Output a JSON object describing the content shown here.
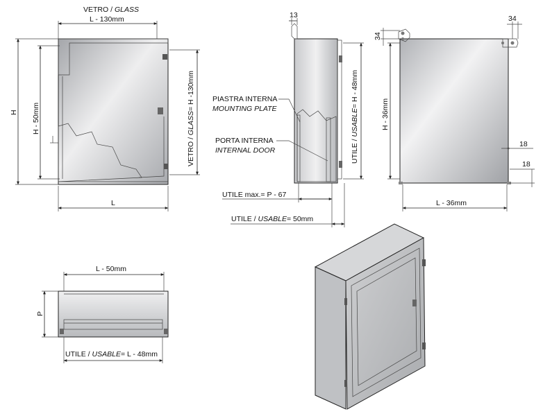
{
  "front_view": {
    "glass_label_a": "VETRO / ",
    "glass_label_b": "GLASS",
    "glass_width": "L - 130mm",
    "height": "H",
    "inner_height": "H - 50mm",
    "glass_height_a": "VETRO / ",
    "glass_height_b": "GLASS",
    "glass_height_c": "= H -130mm",
    "width": "L"
  },
  "side_view": {
    "top_dim": "13",
    "mounting_plate_it": "PIASTRA INTERNA",
    "mounting_plate_en": "MOUNTING PLATE",
    "internal_door_it": "PORTA INTERNA",
    "internal_door_en": "INTERNAL DOOR",
    "usable_height_a": "UTILE / ",
    "usable_height_b": "USABLE",
    "usable_height_c": "= H - 48mm",
    "usable_max": "UTILE max.= P - 67",
    "usable_depth_a": "UTILE / ",
    "usable_depth_b": "USABLE",
    "usable_depth_c": "= 50mm"
  },
  "back_view": {
    "dim_34_top": "34",
    "dim_34_left": "34",
    "height": "H - 36mm",
    "dim_18_a": "18",
    "dim_18_b": "18",
    "width": "L - 36mm"
  },
  "top_view": {
    "width": "L - 50mm",
    "depth": "P",
    "usable_a": "UTILE / ",
    "usable_b": "USABLE",
    "usable_c": "= L - 48mm"
  },
  "colors": {
    "panel_light": "#e4e4e6",
    "panel_dark": "#9c9ea2",
    "outline": "#222222",
    "background": "#ffffff"
  }
}
